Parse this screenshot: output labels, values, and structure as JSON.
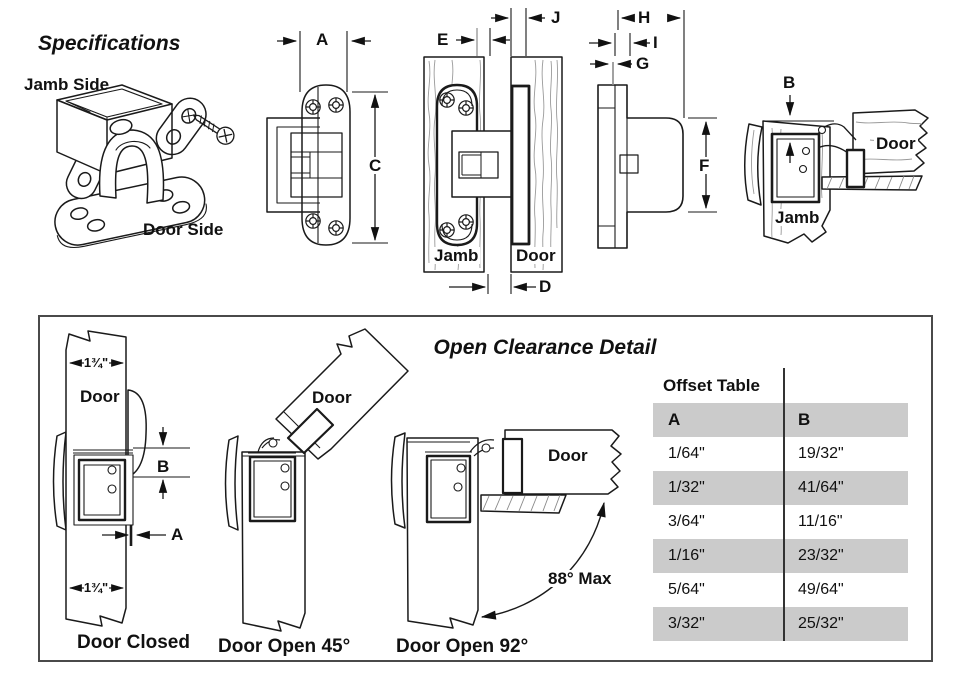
{
  "colors": {
    "line": "#1a1a1a",
    "wood_grain": "#9a9a9a",
    "table_gray": "#cbcbcb",
    "box_border": "#4a4a4a"
  },
  "specifications": {
    "title": "Specifications",
    "isometric": {
      "jamb_side_label": "Jamb Side",
      "door_side_label": "Door Side"
    },
    "front_view": {
      "dim_a": "A",
      "dim_c": "C"
    },
    "section_view": {
      "dim_e": "E",
      "dim_j": "J",
      "dim_d": "D",
      "jamb_label": "Jamb",
      "door_label": "Door"
    },
    "profile_view": {
      "dim_h": "H",
      "dim_i": "I",
      "dim_g": "G",
      "dim_f": "F"
    },
    "corner_view": {
      "dim_b": "B",
      "door_label": "Door",
      "jamb_label": "Jamb"
    }
  },
  "open_clearance": {
    "title": "Open Clearance Detail",
    "door_closed": {
      "caption": "Door Closed",
      "door_label": "Door",
      "top_width": "1¾\"",
      "bottom_width": "1¾\"",
      "dim_b": "B",
      "dim_a": "A"
    },
    "door_open_45": {
      "caption": "Door Open 45°",
      "door_label": "Door"
    },
    "door_open_92": {
      "caption": "Door Open 92°",
      "door_label": "Door",
      "max_angle": "88° Max"
    }
  },
  "offset_table": {
    "title": "Offset Table",
    "col_a": "A",
    "col_b": "B",
    "rows": [
      {
        "a": "1/64\"",
        "b": "19/32\""
      },
      {
        "a": "1/32\"",
        "b": "41/64\""
      },
      {
        "a": "3/64\"",
        "b": "11/16\""
      },
      {
        "a": "1/16\"",
        "b": "23/32\""
      },
      {
        "a": "5/64\"",
        "b": "49/64\""
      },
      {
        "a": "3/32\"",
        "b": "25/32\""
      }
    ]
  }
}
